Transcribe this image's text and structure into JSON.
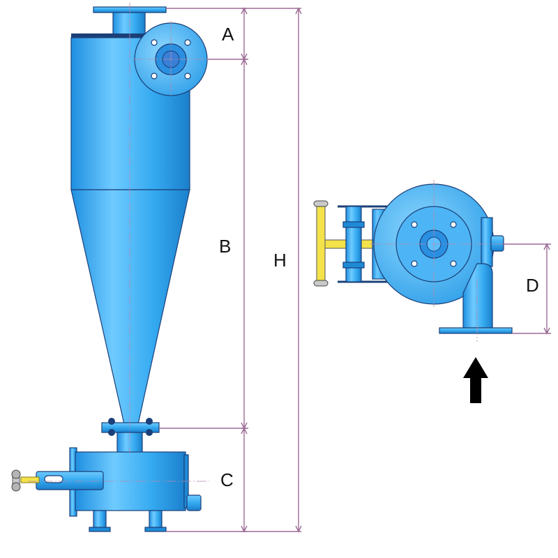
{
  "labels": {
    "a": "A",
    "b": "B",
    "c": "C",
    "d": "D",
    "h": "H"
  },
  "colors": {
    "body": "#34a9f0",
    "body_light": "#6cc6ff",
    "body_dark": "#1e8ad6",
    "handle": "#f4e24a",
    "dimension_lines": "#9b6b95",
    "outline": "#1b3f78"
  },
  "icons": {
    "flow_arrow": "arrow-up-icon"
  }
}
